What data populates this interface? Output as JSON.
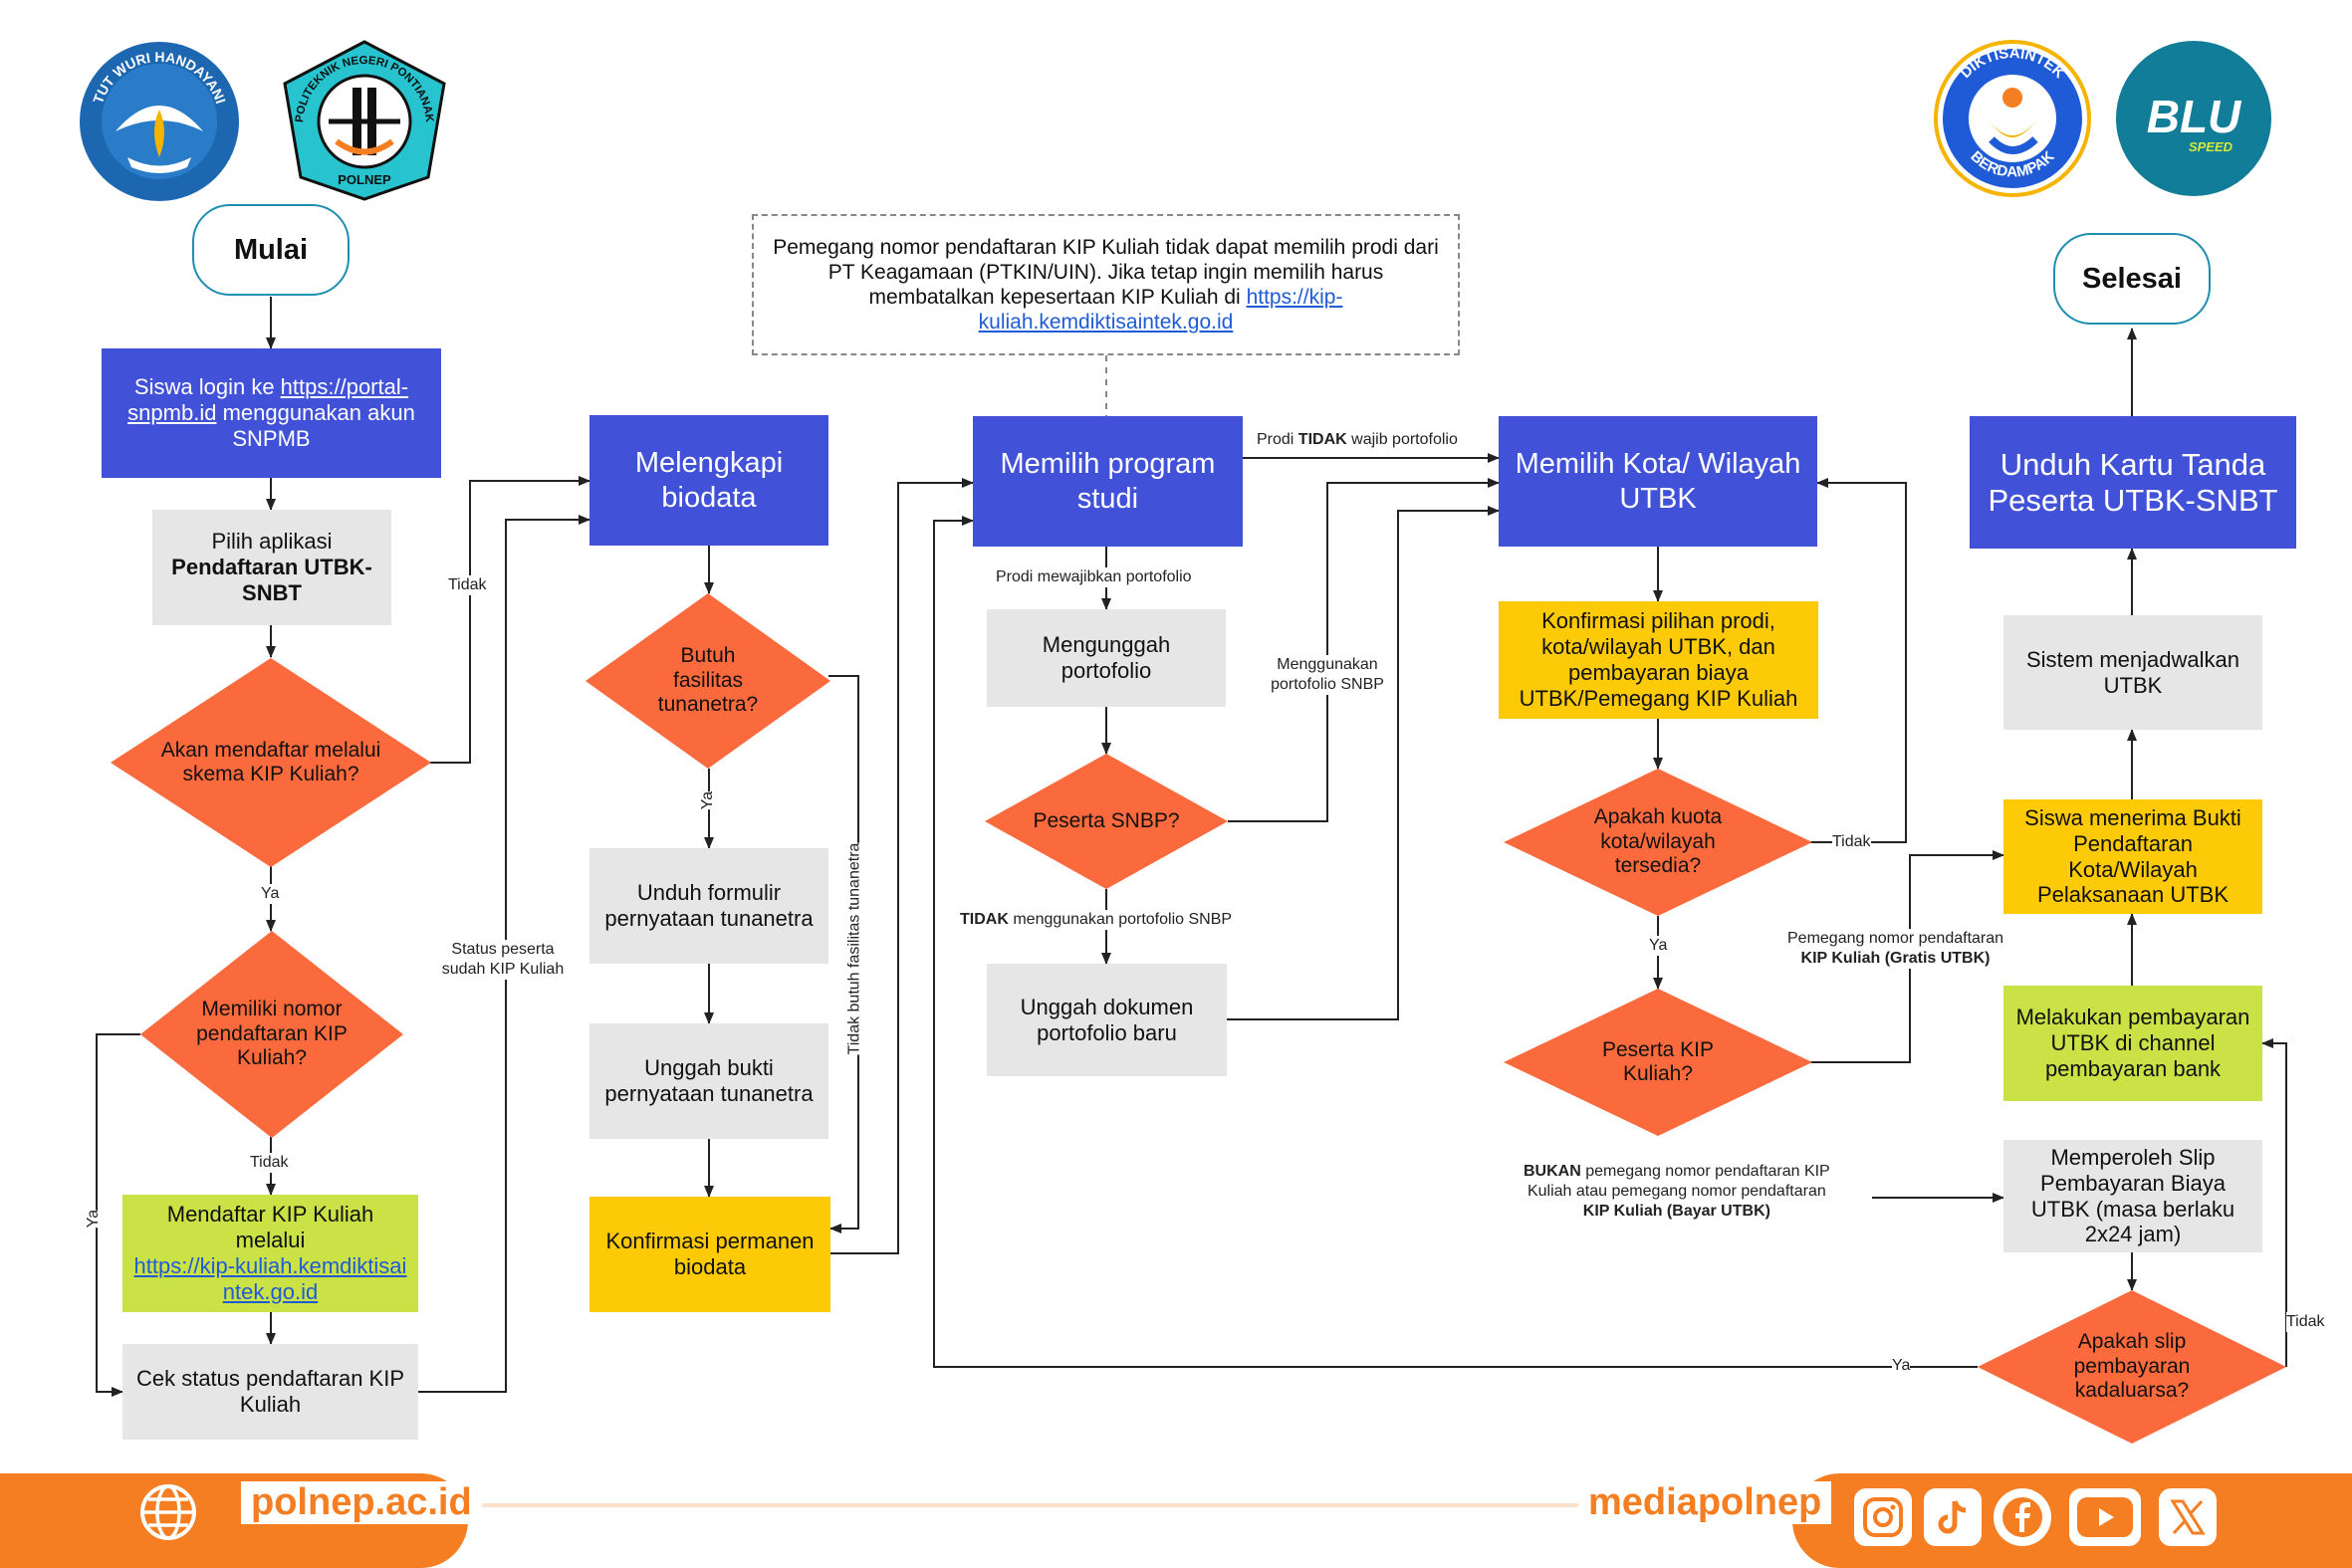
{
  "nodes": {
    "start": "Mulai",
    "end": "Selesai",
    "login_prefix": "Siswa login ke ",
    "login_link": "https://portal-snpmb.id",
    "login_suffix": " menggunakan akun SNPMB",
    "pilih_line1": "Pilih aplikasi",
    "pilih_line2": "Pendaftaran UTBK-SNBT",
    "akan_mendaftar": "Akan mendaftar melalui skema KIP Kuliah?",
    "memiliki_nomor": "Memiliki nomor pendaftaran KIP Kuliah?",
    "mendaftar_kip_prefix": "Mendaftar KIP Kuliah melalui",
    "mendaftar_kip_link": "https://kip-kuliah.kemdiktisaintek.go.id",
    "cek_status": "Cek status pendaftaran KIP Kuliah",
    "melengkapi_biodata": "Melengkapi biodata",
    "butuh_fasilitas": "Butuh fasilitas tunanetra?",
    "unduh_formulir": "Unduh formulir pernyataan tunanetra",
    "unggah_bukti": "Unggah bukti pernyataan tunanetra",
    "konfirmasi_permanen": "Konfirmasi permanen biodata",
    "memilih_prodi": "Memilih program studi",
    "mengunggah_portofolio": "Mengunggah portofolio",
    "peserta_snbp": "Peserta SNBP?",
    "unggah_dokumen": "Unggah dokumen portofolio baru",
    "memilih_kota": "Memilih Kota/ Wilayah UTBK",
    "konfirmasi_pilihan": "Konfirmasi pilihan prodi, kota/wilayah UTBK, dan pembayaran biaya UTBK/Pemegang KIP Kuliah",
    "apakah_kuota": "Apakah kuota kota/wilayah tersedia?",
    "peserta_kip": "Peserta KIP Kuliah?",
    "unduh_kartu": "Unduh Kartu Tanda Peserta UTBK-SNBT",
    "sistem_menjadwalkan": "Sistem menjadwalkan UTBK",
    "siswa_menerima": "Siswa menerima Bukti Pendaftaran Kota/Wilayah Pelaksanaan UTBK",
    "melakukan_pembayaran": "Melakukan pembayaran UTBK di channel pembayaran bank",
    "memperoleh_slip": "Memperoleh Slip Pembayaran Biaya UTBK (masa berlaku 2x24 jam)",
    "apakah_slip": "Apakah slip pembayaran kadaluarsa?"
  },
  "note": {
    "text": "Pemegang nomor pendaftaran KIP Kuliah tidak dapat memilih prodi dari PT Keagamaan (PTKIN/UIN). Jika tetap ingin memilih harus membatalkan kepesertaan KIP Kuliah di ",
    "link": "https://kip-kuliah.kemdiktisaintek.go.id"
  },
  "labels": {
    "ya1": "Ya",
    "tidak1": "Tidak",
    "tidak2": "Tidak",
    "ya2": "Ya",
    "status_kip": "Status peserta sudah KIP Kuliah",
    "ya3": "Ya",
    "tidak_butuh": "Tidak butuh fasilitas tunanetra",
    "prodi_tidak_wajib_1": "Prodi ",
    "prodi_tidak_wajib_b": "TIDAK",
    "prodi_tidak_wajib_2": " wajib portofolio",
    "prodi_wajib": "Prodi mewajibkan portofolio",
    "menggunakan_snbp": "Menggunakan portofolio SNBP",
    "tidak_snbp_b": "TIDAK",
    "tidak_snbp_2": " menggunakan portofolio SNBP",
    "tidak_kuota": "Tidak",
    "ya_kuota": "Ya",
    "pemegang_gratis_1": "Pemegang nomor pendaftaran",
    "pemegang_gratis_2": "KIP Kuliah (Gratis UTBK)",
    "bukan_b": "BUKAN",
    "bukan_1": " pemegang nomor pendaftaran KIP",
    "bukan_2": "Kuliah atau pemegang nomor pendaftaran",
    "bukan_3": "KIP Kuliah (Bayar UTBK)",
    "ya_slip": "Ya",
    "tidak_slip": "Tidak"
  },
  "logos": {
    "tut_wuri": "TUT WURI HANDAYANI",
    "polnep_ring": "POLITEKNIK NEGERI PONTIANAK",
    "polnep": "POLNEP",
    "diktisaintek": "DIKTISAINTEK",
    "berdampak": "BERDAMPAK",
    "blu": "BLU",
    "speed": "SPEED"
  },
  "footer": {
    "site": "polnep.ac.id",
    "media": "mediapolnep"
  },
  "colors": {
    "process_blue": "#4152d8",
    "decision_orange": "#fb6a3c",
    "process_gray": "#e6e6e6",
    "confirm_yellow": "#fdca08",
    "action_green": "#cbe246",
    "footer_orange": "#f47e21",
    "terminal_border": "#1f8fb0"
  }
}
